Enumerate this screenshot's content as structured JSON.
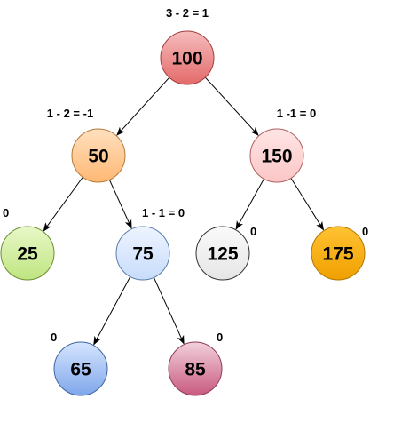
{
  "diagram": {
    "nodes": [
      {
        "id": "n100",
        "label": "100",
        "fill_top": "#f5bcbc",
        "fill_bottom": "#e46a6a",
        "stroke": "#a33d3d",
        "balance_note": "3 - 2 = 1"
      },
      {
        "id": "n50",
        "label": "50",
        "fill_top": "#ffe0c0",
        "fill_bottom": "#ffb873",
        "stroke": "#b57a3a",
        "balance_note": "1 - 2 = -1"
      },
      {
        "id": "n150",
        "label": "150",
        "fill_top": "#ffe5e5",
        "fill_bottom": "#fbc6c6",
        "stroke": "#b06060",
        "balance_note": "1 -1 = 0"
      },
      {
        "id": "n25",
        "label": "25",
        "fill_top": "#e8f8c8",
        "fill_bottom": "#bfe580",
        "stroke": "#6b8f33",
        "balance_note": "0"
      },
      {
        "id": "n75",
        "label": "75",
        "fill_top": "#eef4ff",
        "fill_bottom": "#c7dcfb",
        "stroke": "#5a7ea8",
        "balance_note": "1 - 1 = 0"
      },
      {
        "id": "n125",
        "label": "125",
        "fill_top": "#fafafa",
        "fill_bottom": "#e6e6e6",
        "stroke": "#333333",
        "balance_note": "0"
      },
      {
        "id": "n175",
        "label": "175",
        "fill_top": "#ffc233",
        "fill_bottom": "#f0a000",
        "stroke": "#b37600",
        "balance_note": "0"
      },
      {
        "id": "n65",
        "label": "65",
        "fill_top": "#d6e5ff",
        "fill_bottom": "#7fa7ea",
        "stroke": "#3e64a3",
        "balance_note": "0"
      },
      {
        "id": "n85",
        "label": "85",
        "fill_top": "#f2d0dc",
        "fill_bottom": "#c85a80",
        "stroke": "#8e3a5a",
        "balance_note": "0"
      }
    ],
    "edges": [
      {
        "from": "n100",
        "to": "n50"
      },
      {
        "from": "n100",
        "to": "n150"
      },
      {
        "from": "n50",
        "to": "n25"
      },
      {
        "from": "n50",
        "to": "n75"
      },
      {
        "from": "n150",
        "to": "n125"
      },
      {
        "from": "n150",
        "to": "n175"
      },
      {
        "from": "n75",
        "to": "n65"
      },
      {
        "from": "n75",
        "to": "n85"
      }
    ]
  }
}
